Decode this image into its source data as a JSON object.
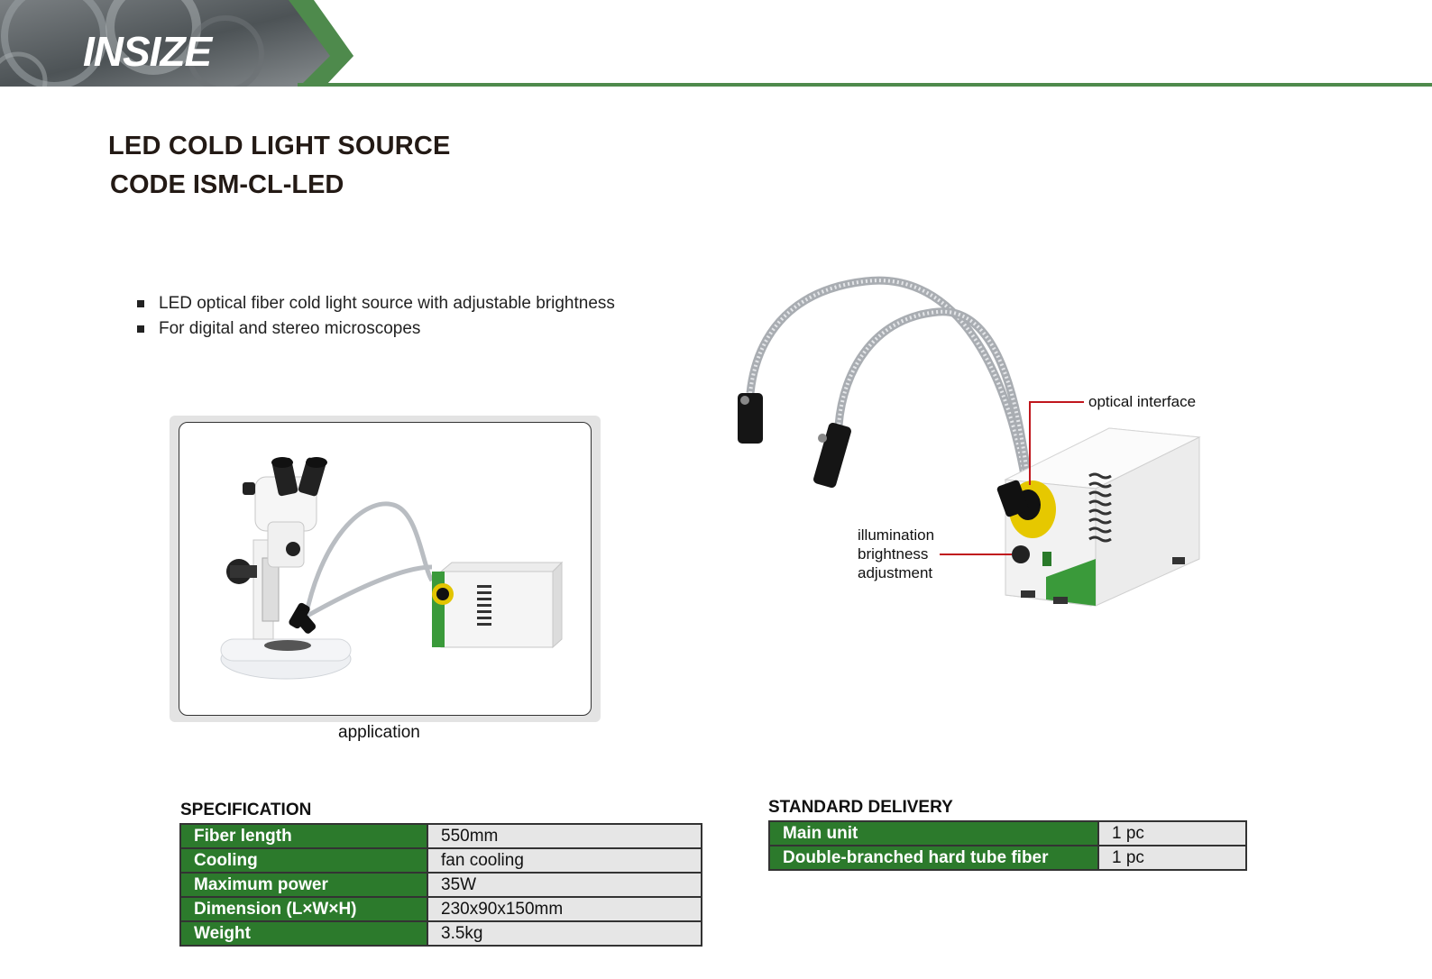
{
  "header": {
    "brand": "INSIZE",
    "accent_color": "#4e8a4c"
  },
  "product": {
    "title": "LED COLD LIGHT SOURCE",
    "code": "CODE ISM-CL-LED"
  },
  "features": [
    "LED optical fiber cold light source with adjustable brightness",
    "For digital and stereo microscopes"
  ],
  "application": {
    "caption": "application"
  },
  "callouts": {
    "optical_interface": "optical interface",
    "brightness": [
      "illumination",
      "brightness",
      "adjustment"
    ]
  },
  "specification": {
    "title": "SPECIFICATION",
    "rows": [
      {
        "label": "Fiber length",
        "value": "550mm"
      },
      {
        "label": "Cooling",
        "value": "fan cooling"
      },
      {
        "label": "Maximum power",
        "value": "35W"
      },
      {
        "label": "Dimension (L×W×H)",
        "value": "230x90x150mm"
      },
      {
        "label": "Weight",
        "value": "3.5kg"
      }
    ]
  },
  "delivery": {
    "title": "STANDARD DELIVERY",
    "rows": [
      {
        "label": "Main unit",
        "value": "1 pc"
      },
      {
        "label": "Double-branched hard tube fiber",
        "value": "1 pc"
      }
    ]
  },
  "colors": {
    "table_label_bg": "#2c7a2c",
    "table_value_bg": "#e6e6e6"
  }
}
